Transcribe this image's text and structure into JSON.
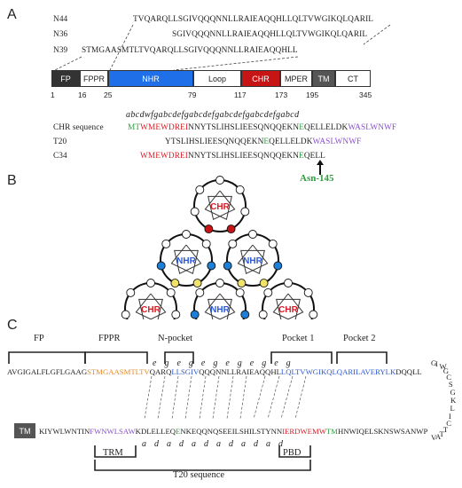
{
  "panel_labels": [
    "A",
    "B",
    "C"
  ],
  "panel_a": {
    "peptides": [
      {
        "name": "N44",
        "seq": "TVQARQLLSGIVQQQNNLLRAIEAQQHLLQLTVWGIKQLQARIL"
      },
      {
        "name": "N36",
        "seq": "SGIVQQQNNLLRAIEAQQHLLQLTVWGIKQLQARIL"
      },
      {
        "name": "N39",
        "seq": "STMGAASMTLTVQARQLLSGIVQQQNNLLRAIEAQQHLL"
      }
    ],
    "domains": [
      {
        "label": "FP",
        "color": "#333333"
      },
      {
        "label": "FPPR",
        "color": "#ffffff"
      },
      {
        "label": "NHR",
        "color": "#1e6fe8"
      },
      {
        "label": "Loop",
        "color": "#ffffff"
      },
      {
        "label": "CHR",
        "color": "#c71515"
      },
      {
        "label": "MPER",
        "color": "#ffffff"
      },
      {
        "label": "TM",
        "color": "#555555"
      },
      {
        "label": "CT",
        "color": "#ffffff"
      }
    ],
    "positions": [
      "1",
      "16",
      "25",
      "79",
      "117",
      "173",
      "195",
      "345"
    ],
    "heptad": "abcdwfgabcdefgabcdefgabcdefgabcdefgabcd",
    "sequences": [
      {
        "name": "CHR sequence",
        "parts": [
          {
            "t": "MT",
            "c": "green"
          },
          {
            "t": "WMEWDREI",
            "c": "red"
          },
          {
            "t": "NNYTSLIHSLIEESQNQQEKN",
            "c": "black"
          },
          {
            "t": "E",
            "c": "green"
          },
          {
            "t": "QELLELDK",
            "c": "black"
          },
          {
            "t": "WASLWNWF",
            "c": "purple"
          }
        ]
      },
      {
        "name": "T20",
        "parts": [
          {
            "t": "YTSLIHSLIEESQNQQEKN",
            "c": "black"
          },
          {
            "t": "E",
            "c": "green"
          },
          {
            "t": "QELLELDK",
            "c": "black"
          },
          {
            "t": "WASLWNWF",
            "c": "purple"
          }
        ]
      },
      {
        "name": "C34",
        "parts": [
          {
            "t": "WMEWDREI",
            "c": "red"
          },
          {
            "t": "NNYTSLIHSLIEESQNQQEKN",
            "c": "black"
          },
          {
            "t": "E",
            "c": "green"
          },
          {
            "t": "QELL",
            "c": "black"
          }
        ]
      }
    ],
    "asn_label": "Asn-145"
  },
  "panel_b": {
    "wheels": [
      {
        "label": "CHR",
        "color": "#d81b24"
      },
      {
        "label": "NHR",
        "color": "#2b58d6"
      },
      {
        "label": "NHR",
        "color": "#2b58d6"
      },
      {
        "label": "CHR",
        "color": "#d81b24"
      },
      {
        "label": "NHR",
        "color": "#2b58d6"
      },
      {
        "label": "CHR",
        "color": "#d81b24"
      }
    ]
  },
  "panel_c": {
    "region_labels": [
      "FP",
      "FPPR",
      "N-pocket",
      "Pocket 1",
      "Pocket 2"
    ],
    "top_parts": [
      {
        "t": "AVGIGALFLGFLGAAG",
        "c": "black"
      },
      {
        "t": "STMGAASMTLTV",
        "c": "orange"
      },
      {
        "t": "QARQ",
        "c": "black"
      },
      {
        "t": "LLSGIV",
        "c": "blue"
      },
      {
        "t": "QQQNNLLRAIEAQQHL",
        "c": "black"
      },
      {
        "t": "LQLTVWGIKQLQAR",
        "c": "blue"
      },
      {
        "t": "ILAVERYLK",
        "c": "blue"
      },
      {
        "t": "DQQLL",
        "c": "black"
      }
    ],
    "loop_letters": "GIWGCSGKLICTTAV",
    "heptad_top": "e g e g e g e g e g e g",
    "bottom_parts": [
      {
        "t": "KIYWLWNTIN",
        "c": "black"
      },
      {
        "t": "FWNWLSAW",
        "c": "purple"
      },
      {
        "t": "KDLELLEQ",
        "c": "black"
      },
      {
        "t": "E",
        "c": "green"
      },
      {
        "t": "NKEQQNQSEEILSHILSTYNN",
        "c": "black"
      },
      {
        "t": "IERDWEMW",
        "c": "red"
      },
      {
        "t": "TM",
        "c": "green"
      },
      {
        "t": "HNWIQELSKNSWSANWP",
        "c": "black"
      }
    ],
    "heptad_bottom": "a d a d a d a d a d a d",
    "tm_label": "TM",
    "bottom_labels": [
      "TRM",
      "PBD",
      "T20 sequence"
    ]
  }
}
